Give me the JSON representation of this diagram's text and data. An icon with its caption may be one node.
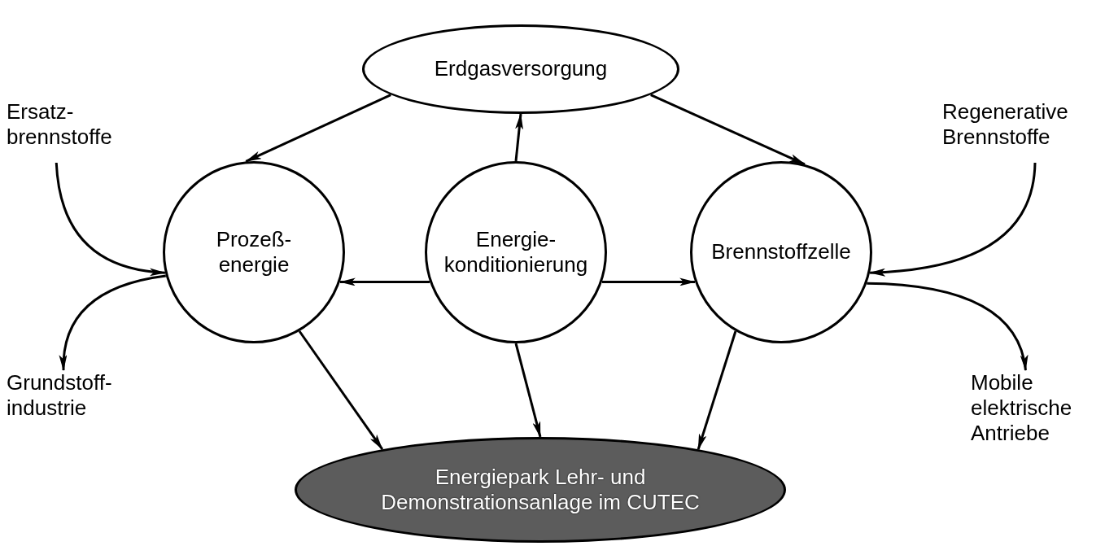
{
  "diagram": {
    "nodes": [
      {
        "text": [
          "Erdgasversorgung"
        ]
      },
      {
        "text": [
          "Ersatz- brennstoffe"
        ]
      },
      {
        "text": [
          "Regenerative Brennstoffe"
        ]
      },
      {
        "text": [
          "Prozeß- energie"
        ]
      },
      {
        "text": [
          "Energie- konditionierung"
        ]
      },
      {
        "text": [
          "Brennstoffzelle"
        ]
      },
      {
        "text": [
          "Grundstoff- industrie"
        ]
      },
      {
        "text": [
          "Mobile elektrische Antriebe"
        ]
      },
      {
        "text": [
          "Energiepark Lehr- und Demonstrationsanlage im CUTEC"
        ]
      }
    ],
    "edges": [
      {
        "from": 0,
        "to": 3,
        "arrow": "to"
      },
      {
        "from": 4,
        "to": 0,
        "arrow": "to"
      },
      {
        "from": 0,
        "to": 5,
        "arrow": "to"
      },
      {
        "from": 1,
        "to": 3,
        "arrow": "to"
      },
      {
        "from": 4,
        "to": 3,
        "arrow": "to"
      },
      {
        "from": 4,
        "to": 5,
        "arrow": "to"
      },
      {
        "from": 2,
        "to": 5,
        "arrow": "to"
      },
      {
        "from": 3,
        "to": 6,
        "arrow": "to"
      },
      {
        "from": 5,
        "to": 7,
        "arrow": "to"
      },
      {
        "from": 3,
        "to": 8,
        "arrow": "to"
      },
      {
        "from": 4,
        "to": 8,
        "arrow": "to"
      },
      {
        "from": 5,
        "to": 8,
        "arrow": "to"
      }
    ]
  }
}
